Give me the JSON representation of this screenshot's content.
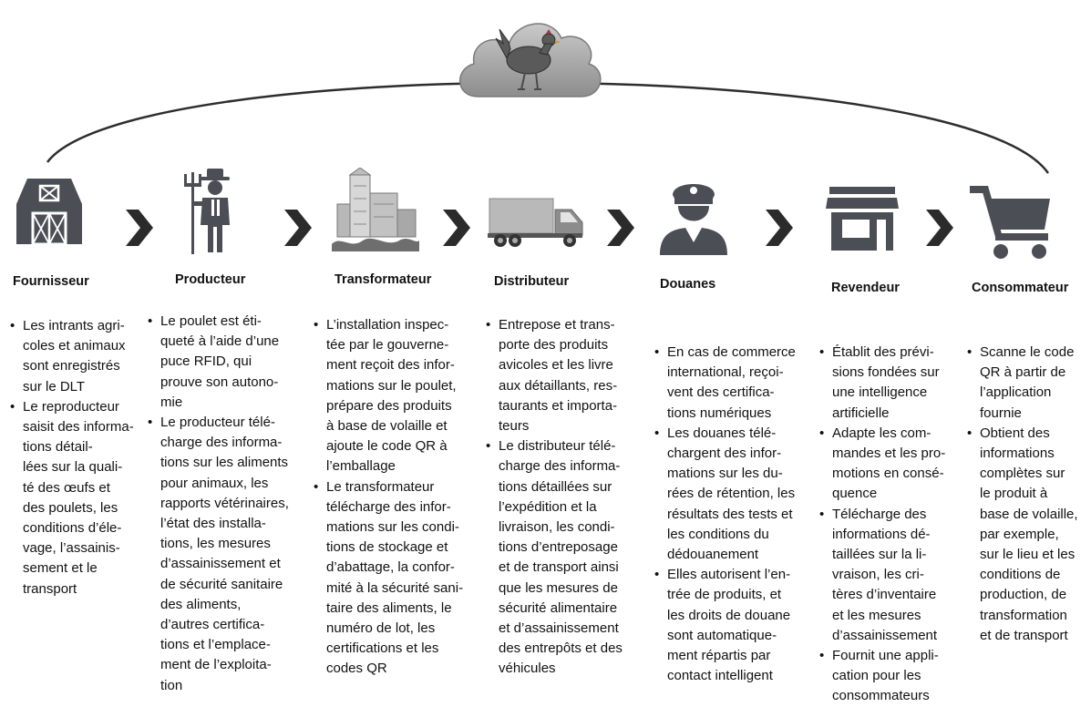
{
  "stages": [
    {
      "icon": "barn-icon",
      "title": "Fournisseur",
      "bullets": [
        "Les intrants agri-\ncoles et animaux\nsont enregistrés\nsur le DLT",
        "Le reproducteur\nsaisit des informa-\ntions détail-\nlées sur la quali-\nté des œufs et\ndes poulets, les\nconditions d’éle-\nvage, l’assainis-\nsement et le\ntransport"
      ]
    },
    {
      "icon": "farmer-icon",
      "title": "Producteur",
      "bullets": [
        "Le poulet est éti-\nqueté à l’aide d’une\npuce RFID, qui\nprouve son autono-\nmie",
        "Le producteur télé-\ncharge des informa-\ntions sur les aliments\npour animaux, les\nrapports vétérinaires,\nl’état des installa-\ntions, les mesures\nd’assainissement et\nde sécurité sanitaire\ndes aliments,\nd’autres certifica-\ntions et l’emplace-\nment de l’exploita-\ntion"
      ]
    },
    {
      "icon": "factory-icon",
      "title": "Transformateur",
      "bullets": [
        "L’installation inspec-\ntée par le gouverne-\nment reçoit des infor-\nmations sur le poulet,\nprépare des produits\nà base de volaille et\najoute le code QR à\nl’emballage",
        "Le transformateur\ntélécharge des infor-\nmations sur les condi-\ntions de stockage et\nd’abattage, la confor-\nmité à la sécurité sani-\ntaire des aliments, le\nnuméro de lot, les\ncertifications et les\ncodes QR"
      ]
    },
    {
      "icon": "truck-icon",
      "title": "Distributeur",
      "bullets": [
        "Entrepose et trans-\nporte des produits\navicoles et les livre\naux détaillants, res-\ntaurants et importa-\nteurs",
        "Le distributeur télé-\ncharge des informa-\ntions détaillées sur\nl’expédition et la\nlivraison, les condi-\ntions d’entreposage\net de transport ainsi\nque les mesures de\nsécurité alimentaire\net d’assainissement\ndes entrepôts et des\nvéhicules"
      ]
    },
    {
      "icon": "customs-officer-icon",
      "title": "Douanes",
      "bullets": [
        "En cas de commerce\ninternational, reçoi-\nvent des certifica-\ntions numériques",
        "Les douanes télé-\nchargent des infor-\nmations sur les du-\nrées de rétention, les\nrésultats des tests et\nles conditions du\ndédouanement",
        "Elles autorisent l’en-\ntrée de produits, et\nles droits de douane\nsont automatique-\nment répartis par\ncontact intelligent"
      ]
    },
    {
      "icon": "store-icon",
      "title": "Revendeur",
      "bullets": [
        "Établit des prévi-\nsions fondées sur\nune intelligence\nartificielle",
        "Adapte les com-\nmandes et les pro-\nmotions en consé-\nquence",
        "Télécharge des\ninformations dé-\ntaillées sur la li-\nvraison, les cri-\ntères d’inventaire\net les mesures\nd’assainissement",
        "Fournit une appli-\ncation pour les\nconsommateurs"
      ]
    },
    {
      "icon": "shopping-cart-icon",
      "title": "Consommateur",
      "bullets": [
        "Scanne le code\nQR à partir de\nl’application\nfournie",
        "Obtient des\ninformations\ncomplètes sur\nle produit à\nbase de volaille,\npar exemple,\nsur le lieu et les\nconditions de\nproduction, de\ntransformation\net de transport"
      ]
    }
  ],
  "top_icon": "cloud-chicken-icon",
  "connector_icon": "chevron-right-icon"
}
